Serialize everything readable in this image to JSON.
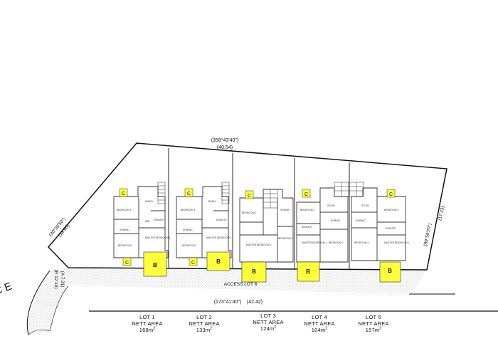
{
  "bearings": {
    "top": "(358°43'40\")",
    "top_length": "(40.54)",
    "bottom": "(173°41'40\")",
    "bottom_length": "(42.42)",
    "left_upper": "(30°30'50\")",
    "left_upper_length": "(18.00)",
    "left_lower": "(A 7.31)",
    "left_lower_radius": "(R 12.19)",
    "right": "(99°59'20\")",
    "right_length": "(17.23)"
  },
  "access_label": "ACCESS LOT 6",
  "street_fragment": "C E",
  "marker_c": "C",
  "marker_b": "B",
  "lots": [
    {
      "name": "LOT 1",
      "area_label": "NETT AREA",
      "area": "168m",
      "unit_sup": "2"
    },
    {
      "name": "LOT 2",
      "area_label": "NETT AREA",
      "area": "133m",
      "unit_sup": "2"
    },
    {
      "name": "LOT 3",
      "area_label": "NETT AREA",
      "area": "124m",
      "unit_sup": "2"
    },
    {
      "name": "LOT 4",
      "area_label": "NETT AREA",
      "area": "104m",
      "unit_sup": "2"
    },
    {
      "name": "LOT 5",
      "area_label": "NETT AREA",
      "area": "157m",
      "unit_sup": "2"
    }
  ],
  "rooms": {
    "lot1": [
      "BEDROOM 1",
      "FAMILY",
      "ENSUITE",
      "WIR",
      "SHR/WC",
      "MASTER BEDROOM 1",
      "BEDROOM 2"
    ],
    "lot2": [
      "BEDROOM 1",
      "FAMILY",
      "ENSUITE",
      "SHR/WC",
      "MASTER BEDROOM 1",
      "BEDROOM 2"
    ],
    "lot3": [
      "BEDROOM 1",
      "SHR/WC",
      "MASTER BEDROOM 1",
      "BEDROOM 1"
    ],
    "lot4": [
      "BEDROOM 1",
      "STUDY",
      "ENSUITE",
      "SHR/WC",
      "MASTER BEDROOM 1",
      "BEDROOM 2"
    ],
    "lot5": [
      "STUDY",
      "BEDROOM 1",
      "SHR/WC",
      "ENSUITE",
      "BEDROOM 2",
      "MASTER BEDROOM 1"
    ]
  },
  "colors": {
    "marker": "#ffff3a",
    "line": "#111111",
    "hatch": "#bbbbbb"
  }
}
